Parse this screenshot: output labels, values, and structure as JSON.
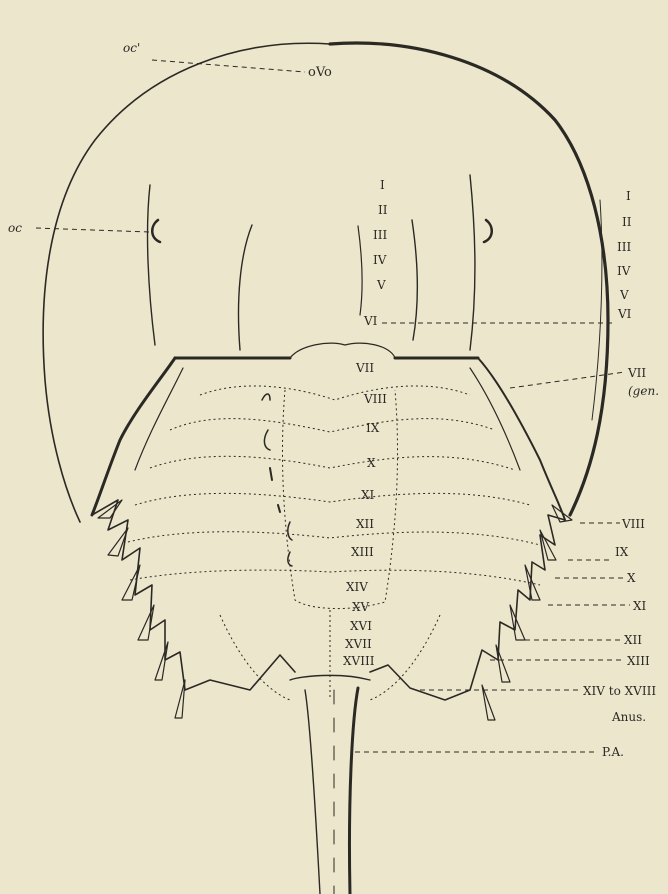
{
  "figure": {
    "callouts": {
      "oc_prime": "oc'",
      "oc": "oc",
      "ocelli_glyph": "oVo"
    },
    "medial_prosoma_labels": [
      "I",
      "II",
      "III",
      "IV",
      "V",
      "VI"
    ],
    "medial_opisthosoma_labels": [
      "VII",
      "VIII",
      "IX",
      "X",
      "XI",
      "XII",
      "XIII",
      "XIV",
      "XV",
      "XVI",
      "XVII",
      "XVIII"
    ],
    "right_labels": {
      "prosoma": [
        "I",
        "II",
        "III",
        "IV",
        "V",
        "VI"
      ],
      "vii": "VII",
      "vii_note": "(gen.",
      "opisthosoma": [
        "VIII",
        "IX",
        "X",
        "XI",
        "XII",
        "XIII"
      ],
      "xiv_xviii": "XIV to XVIII",
      "anus": "Anus.",
      "pa": "P.A."
    }
  }
}
